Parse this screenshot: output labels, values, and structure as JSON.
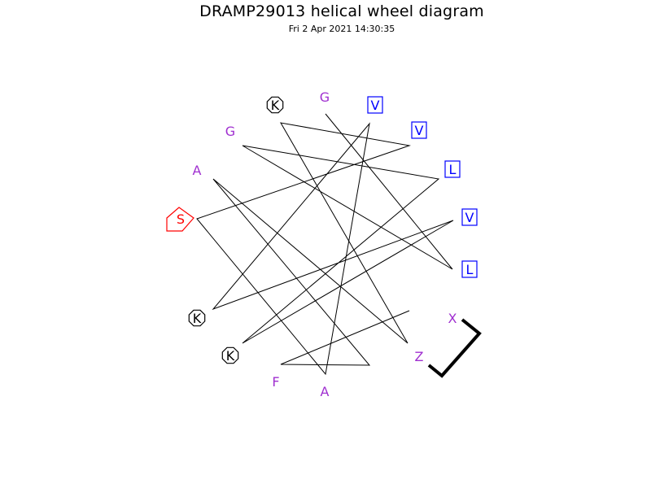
{
  "header": {
    "title": "DRAMP29013 helical wheel diagram",
    "timestamp": "Fri  2 Apr 2021 14:30:35"
  },
  "wheel": {
    "residues": [
      {
        "letter": "G",
        "marker": "none",
        "color": "#a030d0"
      },
      {
        "letter": "V",
        "marker": "square",
        "color": "#0000ff"
      },
      {
        "letter": "V",
        "marker": "square",
        "color": "#0000ff"
      },
      {
        "letter": "L",
        "marker": "square",
        "color": "#0000ff"
      },
      {
        "letter": "V",
        "marker": "square",
        "color": "#0000ff"
      },
      {
        "letter": "L",
        "marker": "square",
        "color": "#0000ff"
      },
      {
        "letter": "X",
        "marker": "none",
        "color": "#a030d0"
      },
      {
        "letter": "Z",
        "marker": "none",
        "color": "#a030d0"
      },
      {
        "letter": "A",
        "marker": "none",
        "color": "#a030d0"
      },
      {
        "letter": "F",
        "marker": "none",
        "color": "#a030d0"
      },
      {
        "letter": "K",
        "marker": "octagon",
        "color": "#000000"
      },
      {
        "letter": "K",
        "marker": "octagon",
        "color": "#000000"
      },
      {
        "letter": "S",
        "marker": "pentagon",
        "color": "#ff0000"
      },
      {
        "letter": "A",
        "marker": "none",
        "color": "#a030d0"
      },
      {
        "letter": "G",
        "marker": "none",
        "color": "#a030d0"
      },
      {
        "letter": "K",
        "marker": "octagon",
        "color": "#000000"
      }
    ],
    "line_color": "#000000",
    "terminal_bracket_color": "#000000"
  }
}
